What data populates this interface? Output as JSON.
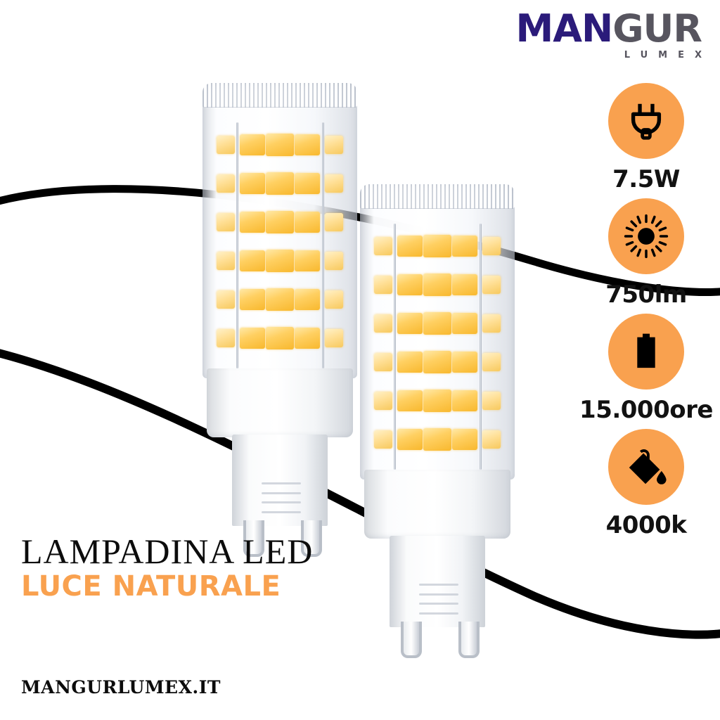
{
  "brand": {
    "wordmark_dark": "MAN",
    "wordmark_grey": "GUR",
    "subtitle": "LUMEX",
    "color_dark": "#2B1B7A",
    "color_grey": "#57555F"
  },
  "theme": {
    "accent_orange": "#F9A14F",
    "text_black": "#0C0C0C",
    "background": "#FFFFFF"
  },
  "features": [
    {
      "icon": "power-plug-icon",
      "label": "7.5W",
      "circle_color": "#F9A14F"
    },
    {
      "icon": "sun-brightness-icon",
      "label": "750lm",
      "circle_color": "#F9A14F"
    },
    {
      "icon": "battery-icon",
      "label": "15.000ore",
      "circle_color": "#F9A14F"
    },
    {
      "icon": "paint-bucket-icon",
      "label": "4000k",
      "circle_color": "#F9A14F"
    }
  ],
  "headline": {
    "line1": "LAMPADINA LED",
    "line2": "LUCE NATURALE"
  },
  "footer": {
    "website": "MANGURLUMEX.IT"
  },
  "products": [
    {
      "name": "g9-led-bulb-front",
      "base_type": "G9",
      "pin_count": 2
    },
    {
      "name": "g9-led-bulb-back",
      "base_type": "G9",
      "pin_count": 2
    }
  ]
}
